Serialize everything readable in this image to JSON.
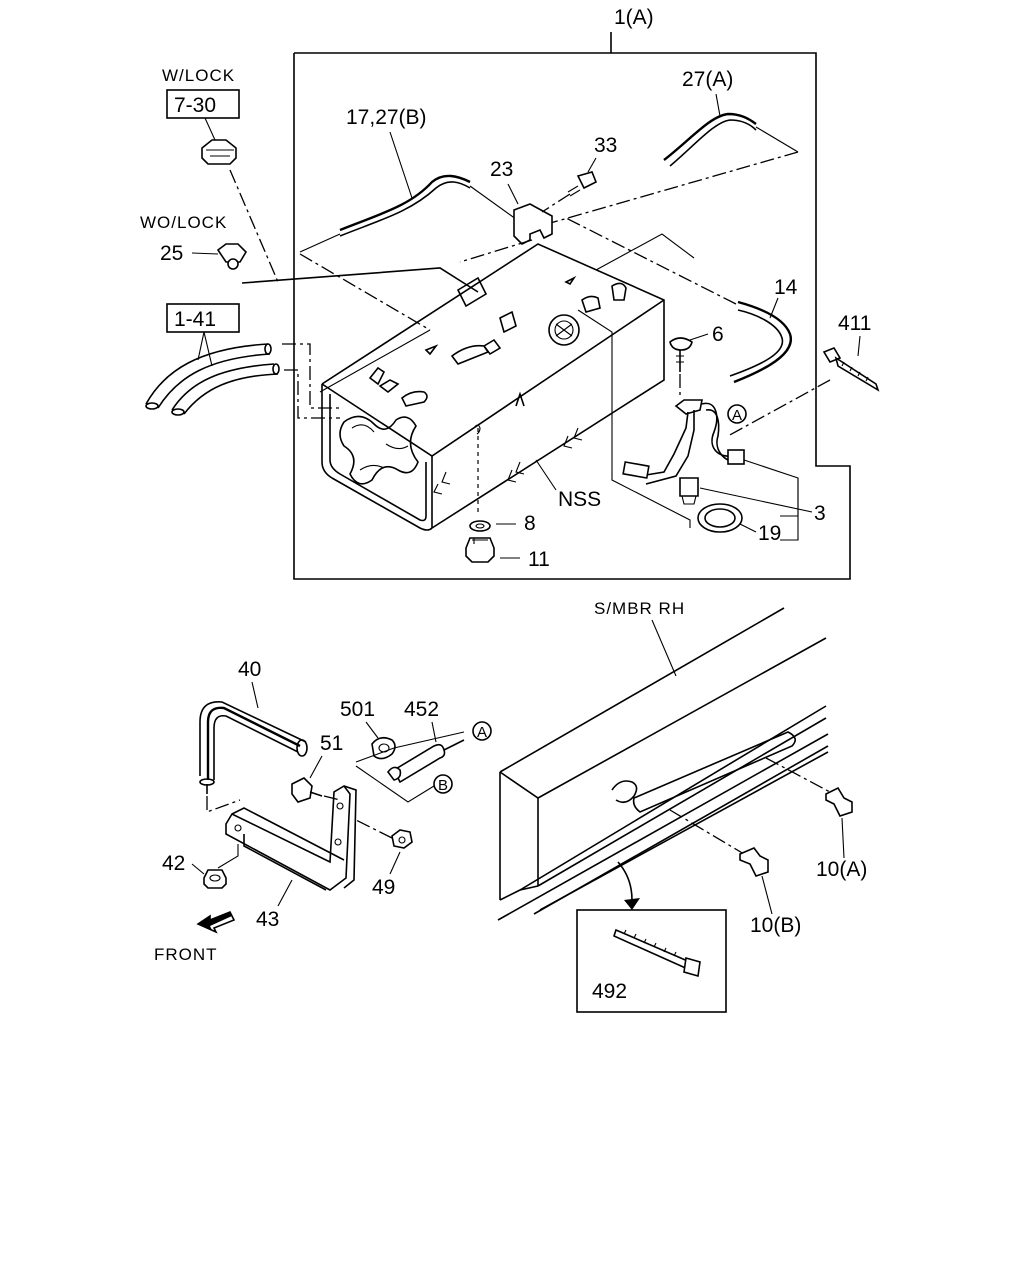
{
  "labels": {
    "top_ref": "1(A)",
    "w_lock": "W/LOCK",
    "ref_7_30": "7-30",
    "wo_lock": "WO/LOCK",
    "p25": "25",
    "ref_1_41": "1-41",
    "p17_27b": "17,27(B)",
    "p27a": "27(A)",
    "p23": "23",
    "p33": "33",
    "p14": "14",
    "p411": "411",
    "p6": "6",
    "p3": "3",
    "p19": "19",
    "p8": "8",
    "p11": "11",
    "nss": "NSS",
    "s_mbr_rh": "S/MBR RH",
    "p40": "40",
    "p501": "501",
    "p452": "452",
    "p51": "51",
    "p42": "42",
    "p43": "43",
    "p49": "49",
    "front": "FRONT",
    "p10a": "10(A)",
    "p10b": "10(B)",
    "p492": "492",
    "circle_a": "A",
    "circle_b": "B"
  }
}
